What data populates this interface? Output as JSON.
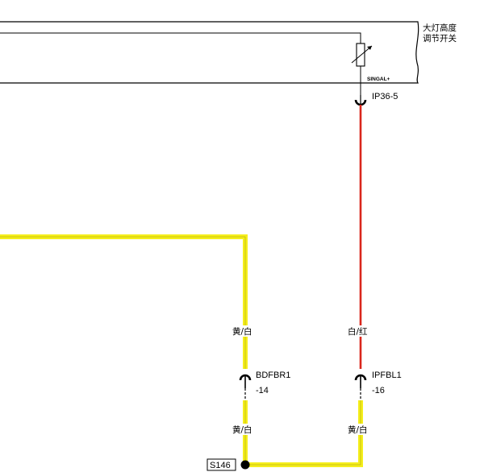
{
  "component": {
    "name_line1": "大灯高度",
    "name_line2": "调节开关",
    "signal_label": "SINGAL+"
  },
  "connectors": {
    "top": "IP36-5",
    "left_line1": "BDFBR1",
    "left_line2": "-14",
    "right_line1": "IPFBL1",
    "right_line2": "-16"
  },
  "wires": {
    "left_upper_color": "黄/白",
    "right_upper_color": "白/红",
    "left_lower_color": "黄/白",
    "right_lower_color": "黄/白"
  },
  "splice": {
    "label": "S146"
  },
  "colors": {
    "yellow_wire": "#f5ee1c",
    "red_wire": "#d9261c",
    "outline": "#000000"
  }
}
